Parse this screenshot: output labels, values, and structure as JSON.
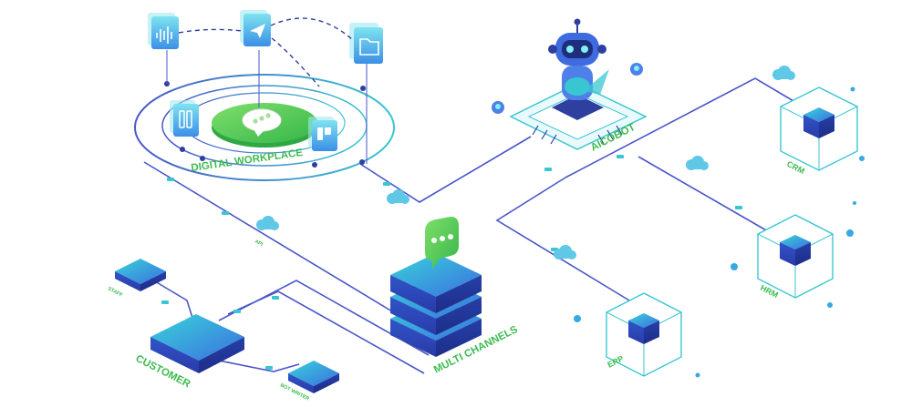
{
  "labels": {
    "digital_workplace": "DIGITAL WORKPLACE",
    "aicobot": "AICOBOT",
    "multi_channels": "MULTI CHANNELS",
    "customer": "CUSTOMER",
    "crm": "CRM",
    "hrm": "HRM",
    "erp": "ERP",
    "staff": "STAFF",
    "bot_writer": "BOT WRITER",
    "api": "API"
  },
  "colors": {
    "accent_green": "#3dbb4f",
    "line_blue": "#4a56c8",
    "cube_blue": "#2f5fd8",
    "cube_teal": "#2ec9d6",
    "bubble_green": "#5bd15e"
  },
  "icons": [
    "audio-wave-icon",
    "paper-plane-icon",
    "folder-icon",
    "chat-bubble-icon",
    "cloud-icon",
    "robot-icon",
    "drone-bot-icon"
  ]
}
